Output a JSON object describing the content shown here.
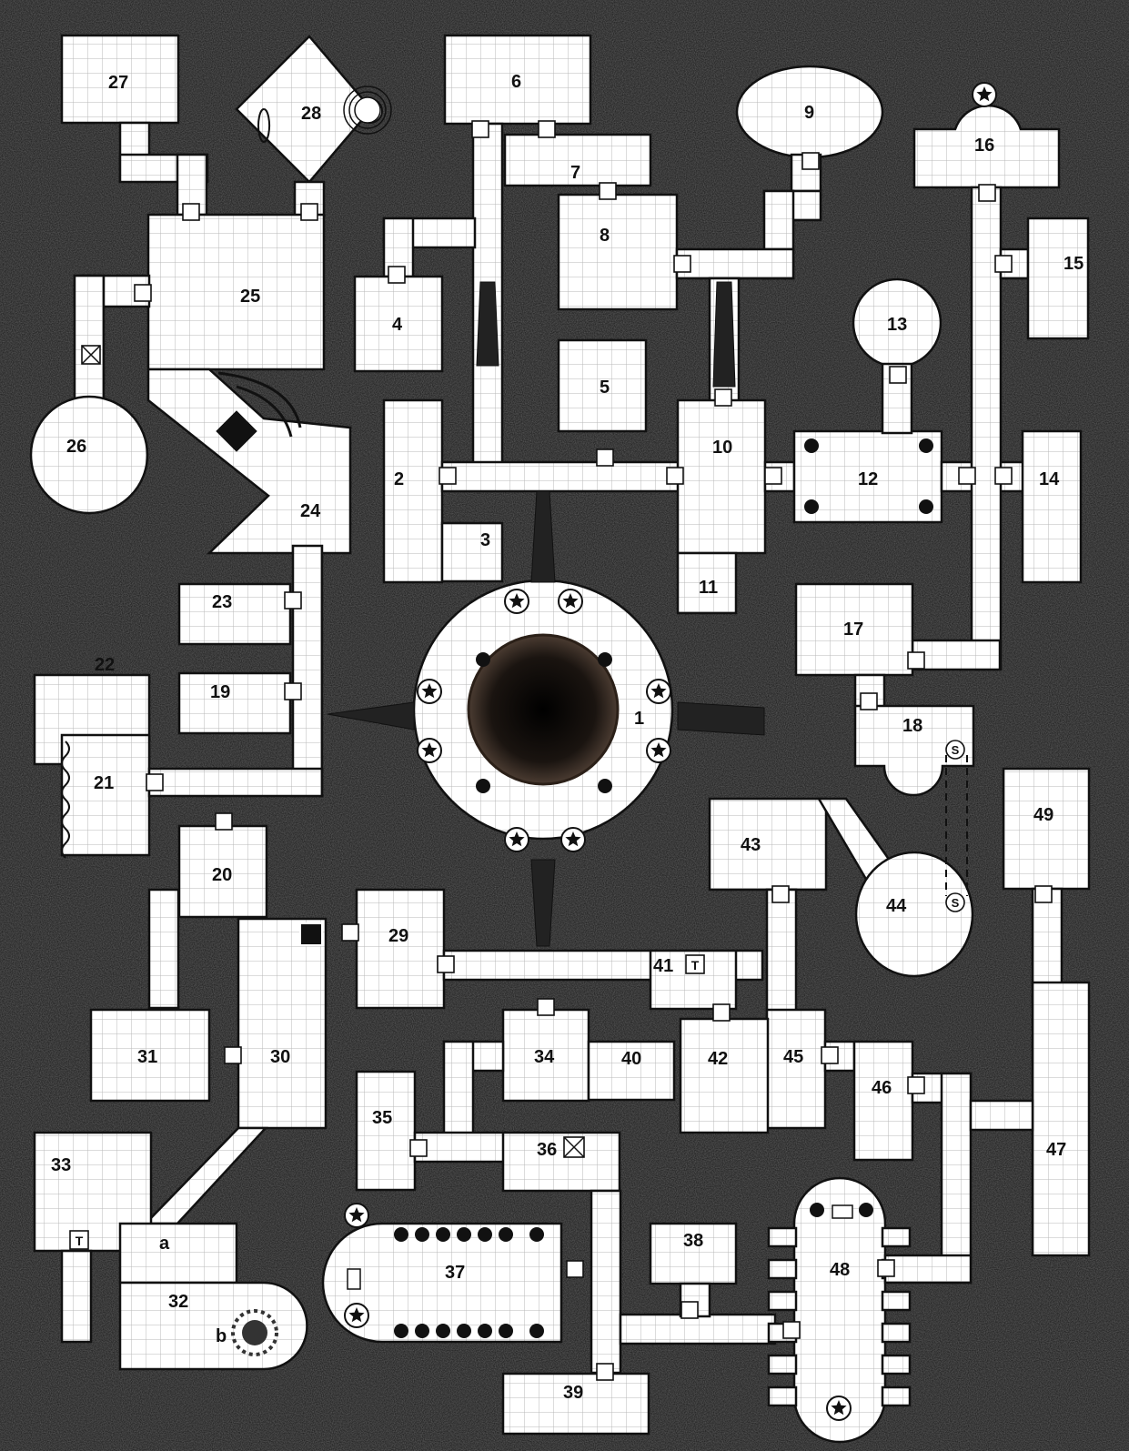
{
  "map": {
    "background_color": "#151515",
    "floor_color": "#ffffff",
    "grid_color": "#b8b8b8",
    "wall_color": "#111111",
    "rooms": [
      {
        "id": "1",
        "label": "1"
      },
      {
        "id": "2",
        "label": "2"
      },
      {
        "id": "3",
        "label": "3"
      },
      {
        "id": "4",
        "label": "4"
      },
      {
        "id": "5",
        "label": "5"
      },
      {
        "id": "6",
        "label": "6"
      },
      {
        "id": "7",
        "label": "7"
      },
      {
        "id": "8",
        "label": "8"
      },
      {
        "id": "9",
        "label": "9"
      },
      {
        "id": "10",
        "label": "10"
      },
      {
        "id": "11",
        "label": "11"
      },
      {
        "id": "12",
        "label": "12"
      },
      {
        "id": "13",
        "label": "13"
      },
      {
        "id": "14",
        "label": "14"
      },
      {
        "id": "15",
        "label": "15"
      },
      {
        "id": "16",
        "label": "16"
      },
      {
        "id": "17",
        "label": "17"
      },
      {
        "id": "18",
        "label": "18"
      },
      {
        "id": "19",
        "label": "19"
      },
      {
        "id": "20",
        "label": "20"
      },
      {
        "id": "21",
        "label": "21"
      },
      {
        "id": "22",
        "label": "22"
      },
      {
        "id": "23",
        "label": "23"
      },
      {
        "id": "24",
        "label": "24"
      },
      {
        "id": "25",
        "label": "25"
      },
      {
        "id": "26",
        "label": "26"
      },
      {
        "id": "27",
        "label": "27"
      },
      {
        "id": "28",
        "label": "28"
      },
      {
        "id": "29",
        "label": "29"
      },
      {
        "id": "30",
        "label": "30"
      },
      {
        "id": "31",
        "label": "31"
      },
      {
        "id": "32",
        "label": "32"
      },
      {
        "id": "33",
        "label": "33"
      },
      {
        "id": "34",
        "label": "34"
      },
      {
        "id": "35",
        "label": "35"
      },
      {
        "id": "36",
        "label": "36"
      },
      {
        "id": "37",
        "label": "37"
      },
      {
        "id": "38",
        "label": "38"
      },
      {
        "id": "39",
        "label": "39"
      },
      {
        "id": "40",
        "label": "40"
      },
      {
        "id": "41",
        "label": "41"
      },
      {
        "id": "42",
        "label": "42"
      },
      {
        "id": "43",
        "label": "43"
      },
      {
        "id": "44",
        "label": "44"
      },
      {
        "id": "45",
        "label": "45"
      },
      {
        "id": "46",
        "label": "46"
      },
      {
        "id": "47",
        "label": "47"
      },
      {
        "id": "48",
        "label": "48"
      },
      {
        "id": "49",
        "label": "49"
      }
    ],
    "sub_areas": {
      "a": "a",
      "b": "b"
    },
    "markers": {
      "trap": "T",
      "secret": "S"
    },
    "icons": [
      "door-icon",
      "star-statue-icon",
      "pillar-icon",
      "stairs-icon",
      "secret-door-icon",
      "trap-icon",
      "pit-icon",
      "sun-sigil-icon",
      "portcullis-icon",
      "chest-icon"
    ]
  }
}
